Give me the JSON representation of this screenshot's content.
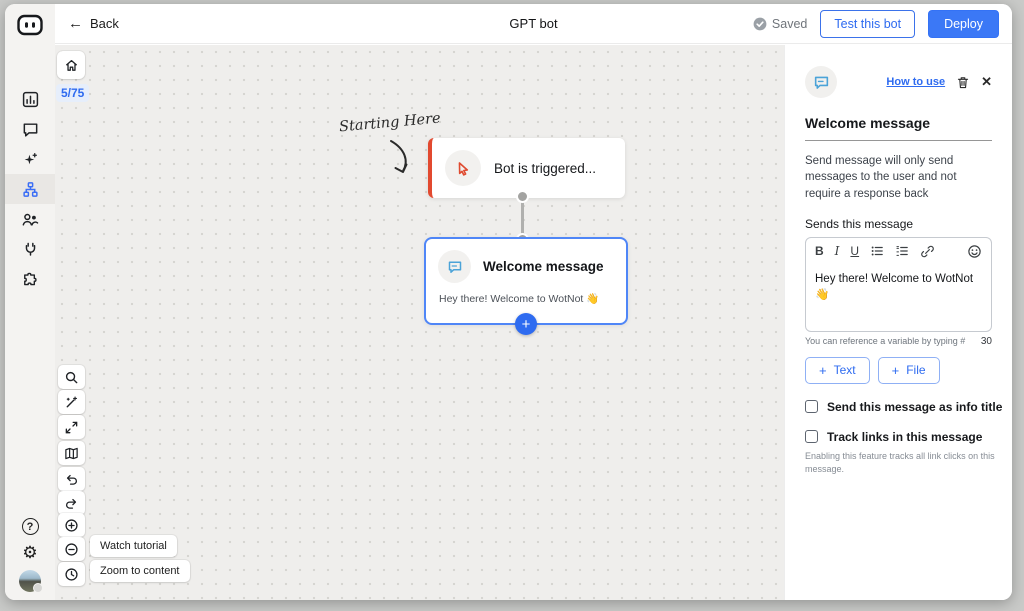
{
  "topbar": {
    "back_label": "Back",
    "title": "GPT bot",
    "saved_label": "Saved",
    "test_button_label": "Test this bot",
    "deploy_button_label": "Deploy"
  },
  "icons": {
    "back_arrow": "←",
    "close": "✕",
    "gear": "⚙",
    "help": "?",
    "plus": "+"
  },
  "canvas": {
    "node_counter": "5/75",
    "annotation": "Starting Here",
    "trigger_node_title": "Bot is triggered...",
    "message_node_title": "Welcome message",
    "message_node_preview": "Hey there! Welcome to WotNot 👋",
    "watch_tutorial_label": "Watch tutorial",
    "zoom_to_content_label": "Zoom to content"
  },
  "panel": {
    "how_to_use_link": "How to use",
    "title": "Welcome message",
    "description": "Send message will only send messages to the user and not require a response back",
    "sends_this_message_label": "Sends this message",
    "editor": {
      "bold": "B",
      "italic": "I",
      "underline": "U",
      "message_text": "Hey there! Welcome to WotNot 👋",
      "variable_hint": "You can reference a variable by typing #",
      "char_count": "30"
    },
    "text_button_label": "Text",
    "file_button_label": "File",
    "info_title_checkbox_label": "Send this message as info title",
    "track_links_checkbox_label": "Track links in this message",
    "track_links_help": "Enabling this feature tracks all link clicks on this message."
  },
  "colors": {
    "primary_blue": "#2e6bf0",
    "trigger_red": "#e2492f",
    "bubble_blue": "#4ba3d8"
  }
}
